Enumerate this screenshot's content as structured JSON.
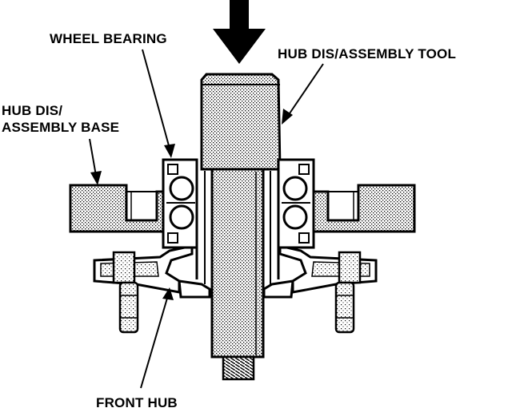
{
  "labels": {
    "wheel_bearing": "WHEEL BEARING",
    "hub_tool": "HUB DIS/ASSEMBLY TOOL",
    "hub_base_line1": "HUB DIS/",
    "hub_base_line2": "ASSEMBLY BASE",
    "front_hub": "FRONT HUB"
  },
  "colors": {
    "ink": "#000000",
    "paper": "#ffffff"
  }
}
